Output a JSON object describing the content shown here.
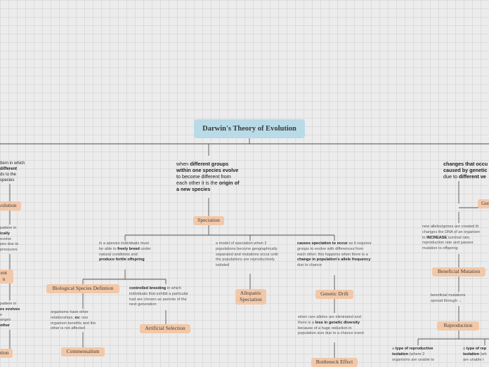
{
  "title": "Darwin's Theory of Evolution",
  "colors": {
    "root_bg": "#b9dbe8",
    "node_bg": "#f2c8a8",
    "line": "#555555",
    "grid": "#dcdcdc"
  },
  "left": {
    "intro": [
      "ttern in which",
      "different",
      "ds to the",
      "species"
    ],
    "evolution_node": "volution",
    "text2": [
      "pattern in",
      "ically",
      "evolve",
      "pes due to",
      "pressures"
    ],
    "node2": [
      "ent",
      "n"
    ],
    "text3": [
      "pattern in",
      "es evolves",
      "e",
      "anges",
      "other"
    ],
    "node3": "ation"
  },
  "center": {
    "intro_parts": [
      "when ",
      "different groups within one species evolve",
      " to become different from each other it is the ",
      "origin of a new species"
    ],
    "speciation": "Speciation",
    "bsd_text": [
      "in a species individuals must be able to ",
      "freely breed",
      " under natural conditions and ",
      "produce fertile offspring"
    ],
    "bsd_node": "Biological Species Defintion",
    "comm_text": [
      "organisms have other relationships, ",
      "ex:",
      " one organism benefits and the other is not affected"
    ],
    "comm_node": "Commensalism",
    "art_text": [
      "controlled breeding",
      " in which individuals that exhibit a particular trait are chosen as parents of the next generation"
    ],
    "art_node": "Artificial Selection",
    "allo_text": "a model of speciation when 2 populations become geographically separated and mutations occur until the populations are reproductively isolated",
    "allo_node": [
      "Allopatric",
      "Speciation"
    ],
    "gd_text": [
      "causes speciation to occur",
      " as it requires groups to evolve with differences from each other; this happens when there is a ",
      "change in population's allele frequency",
      " due to chance"
    ],
    "gd_node": "Genetic Drift",
    "bn_text": [
      "when rare alleles are eliminated and there is a ",
      "loss in genetic diversity",
      " because of a huge reduction in population size due to a chance event"
    ],
    "bn_node": "Bottleneck Effect"
  },
  "right": {
    "intro_parts": [
      "changes that occu",
      "caused by genetic",
      "due to ",
      "different ve"
    ],
    "gene_node": "Gen",
    "gene_text": [
      "new alleles/genes are created th",
      "changes the DNA of an organism",
      "to ",
      "INCREASE",
      " survival rate,",
      "reproduction rate and passes",
      "mutation to offspring"
    ],
    "bm_node": "Beneficial Mutation",
    "bm_text": [
      "beneficial mutations",
      "spread through: ↓"
    ],
    "repro_node": "Reproduction",
    "r1_text": [
      "a ",
      "type of reproductive",
      "isolation",
      " (where 2",
      "organisms are unable to"
    ],
    "r2_text": [
      "a ",
      "type of rep",
      "isolation",
      " (wh",
      "are unable t"
    ]
  }
}
